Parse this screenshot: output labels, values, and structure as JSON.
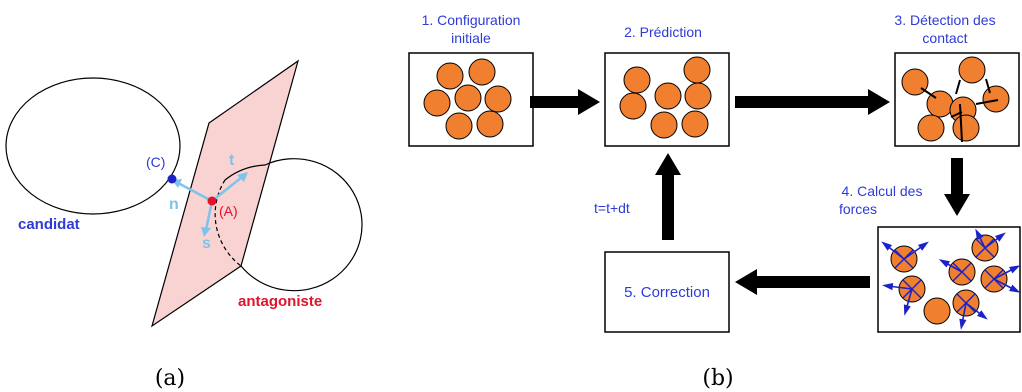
{
  "panel_a": {
    "point_c": "(C)",
    "point_a": "(A)",
    "vec_n": "n",
    "vec_t": "t",
    "vec_s": "s",
    "label_candidat": "candidat",
    "label_antagoniste": "antagoniste",
    "caption": "(a)"
  },
  "panel_b": {
    "step1_line1": "1. Configuration",
    "step1_line2": "initiale",
    "step2": "2. Prédiction",
    "step3_line1": "3. Détection des",
    "step3_line2": "contact",
    "step4_line1": "4. Calcul des",
    "step4_line2": "forces",
    "step5": "5. Correction",
    "time_update": "t=t+dt",
    "caption": "(b)"
  },
  "colors": {
    "blue_text": "#2e3bd6",
    "red_text": "#e0142c",
    "light_blue": "#7cc4ec",
    "particle": "#f07f30",
    "plane_fill": "#f9d2d2"
  }
}
